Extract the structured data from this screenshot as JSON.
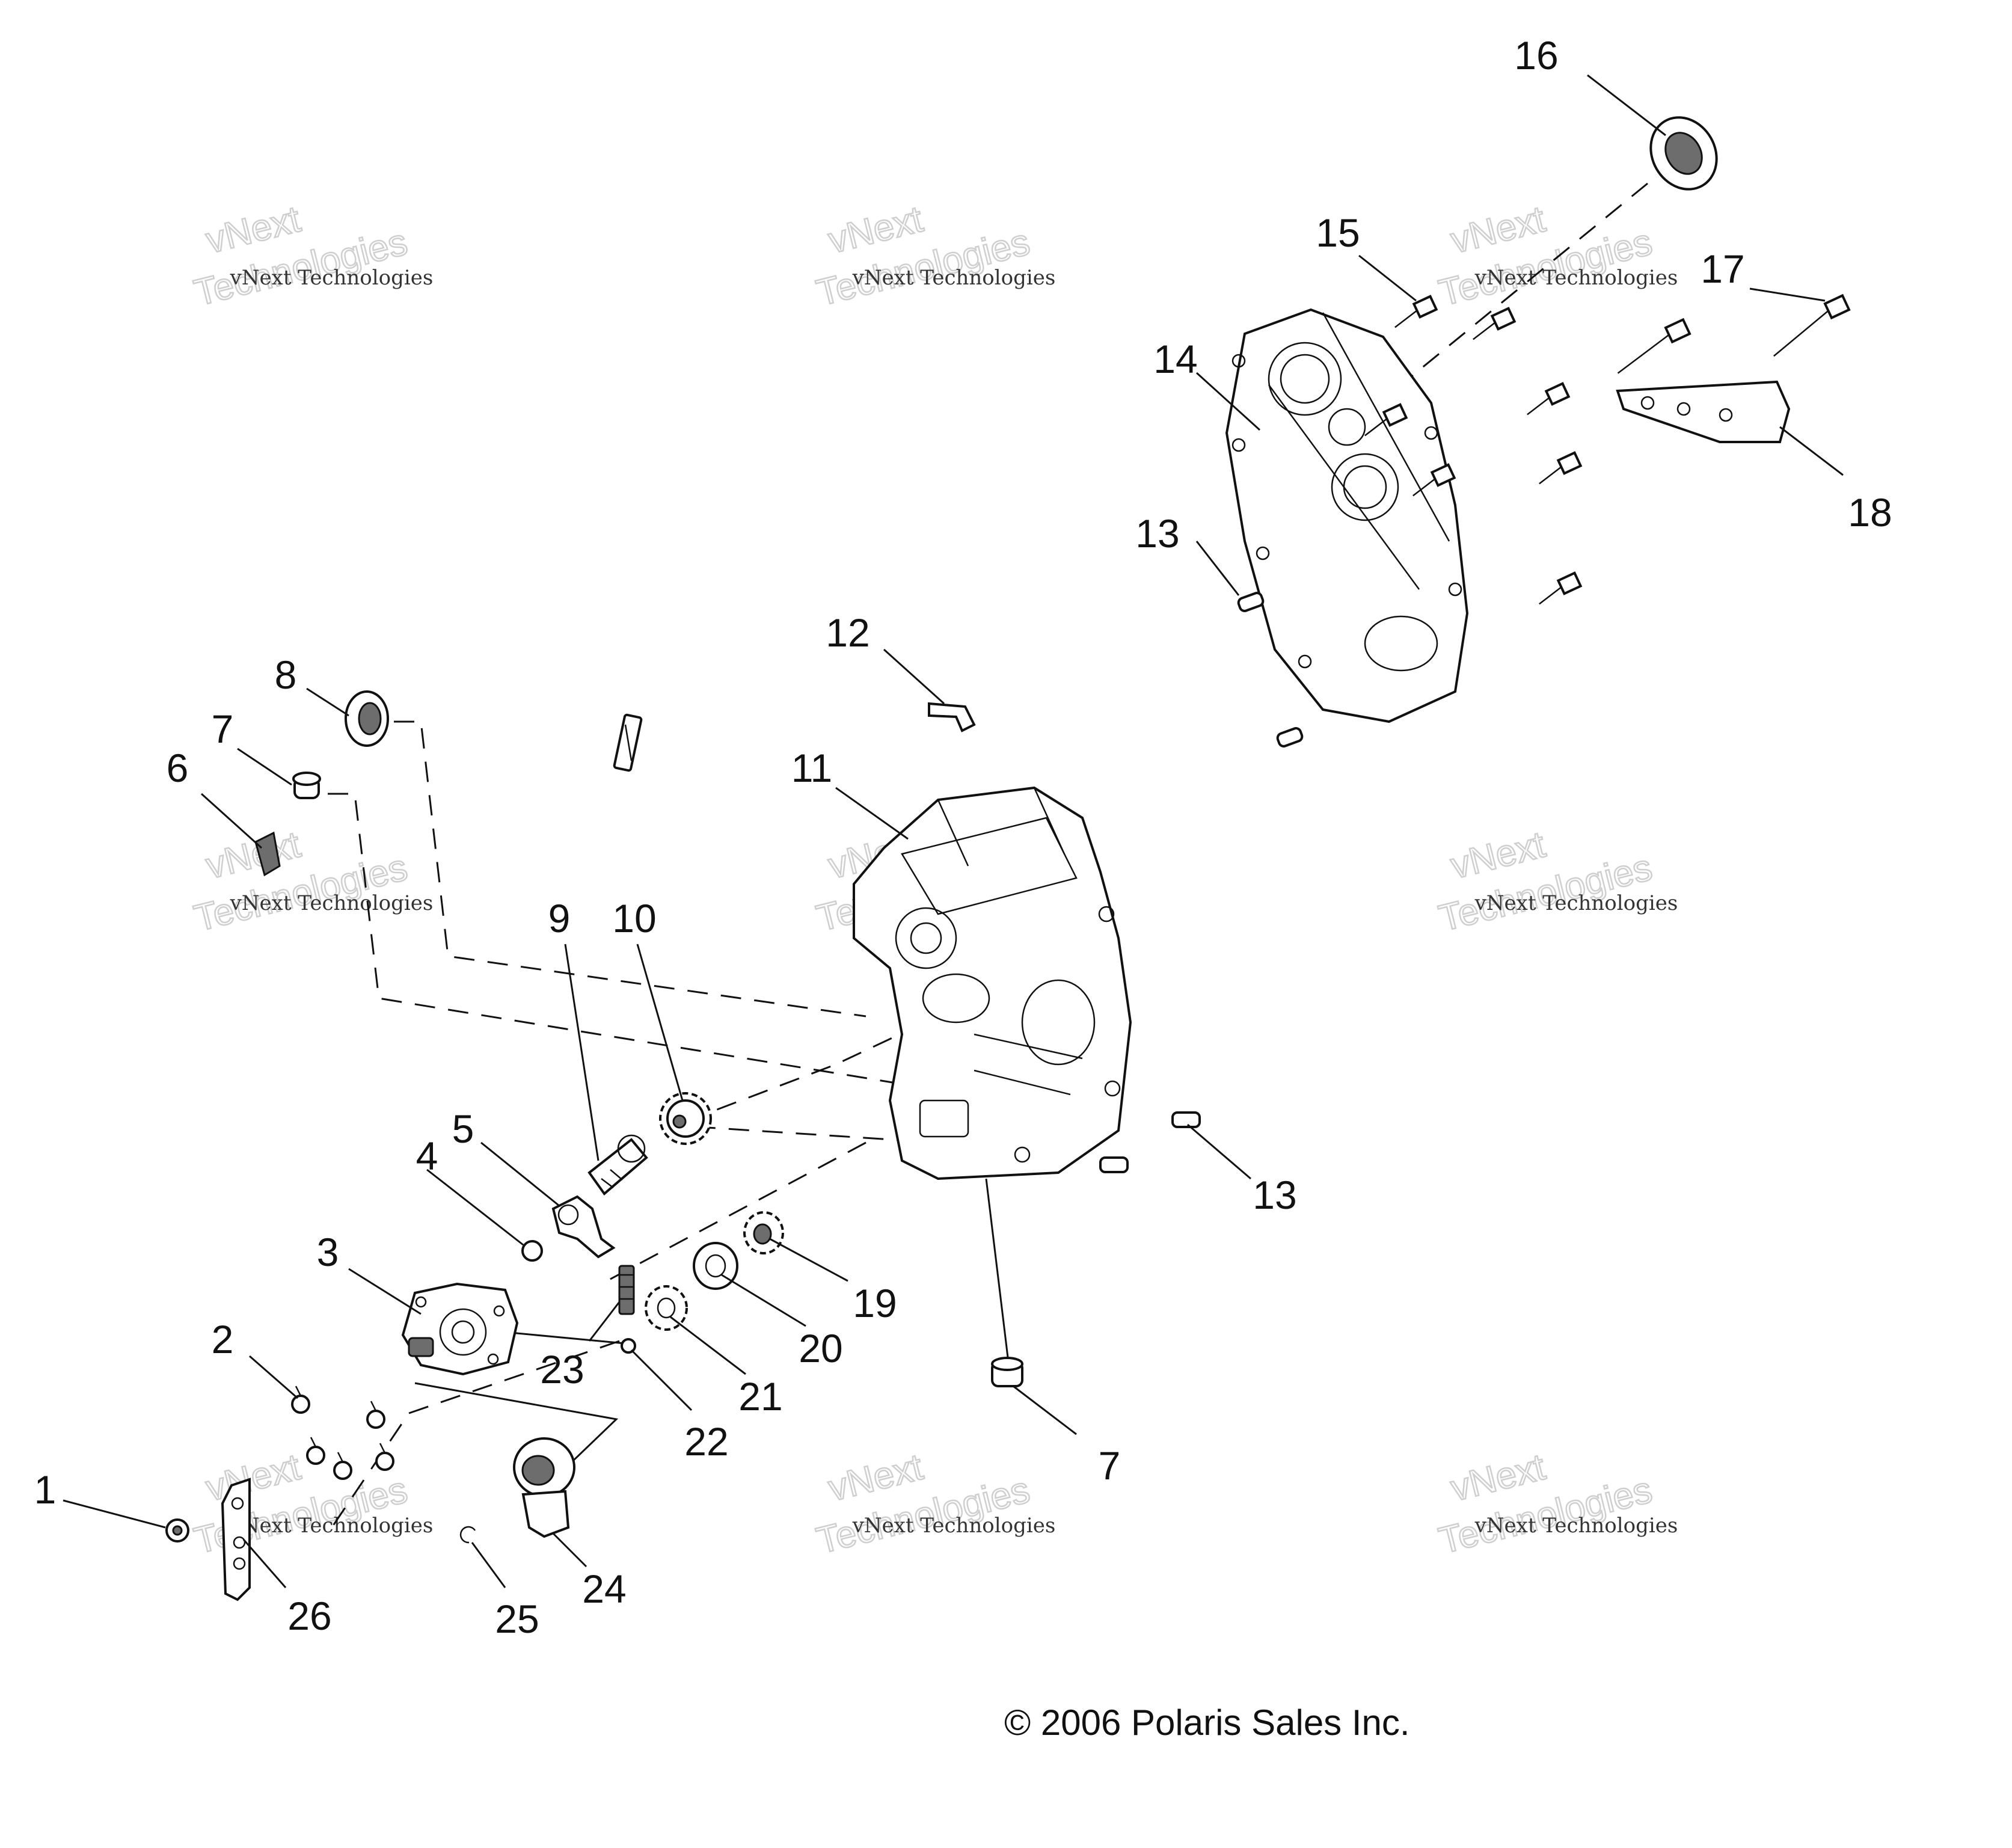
{
  "watermark": {
    "line_small": "vNext Technologies",
    "line_big_top": "vNext",
    "line_big_bottom": "Technologies"
  },
  "copyright": "© 2006 Polaris Sales Inc.",
  "callouts": [
    "1",
    "2",
    "3",
    "4",
    "5",
    "6",
    "7",
    "7",
    "8",
    "9",
    "10",
    "11",
    "12",
    "13",
    "13",
    "14",
    "15",
    "16",
    "17",
    "18",
    "19",
    "20",
    "21",
    "22",
    "23",
    "24",
    "25",
    "26"
  ]
}
